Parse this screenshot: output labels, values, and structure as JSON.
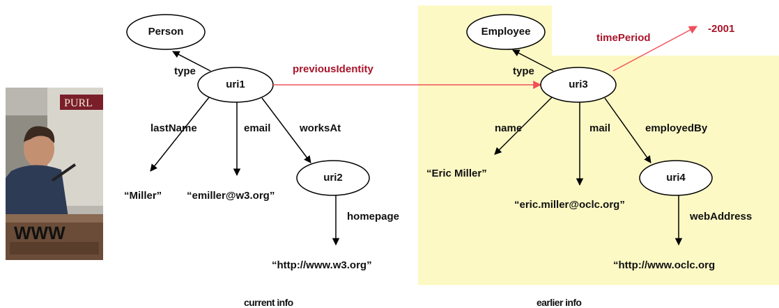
{
  "nodes": {
    "person": "Person",
    "uri1": "uri1",
    "uri2": "uri2",
    "employee": "Employee",
    "uri3": "uri3",
    "uri4": "uri4"
  },
  "edges": {
    "type_left": "type",
    "last_name": "lastName",
    "email": "email",
    "works_at": "worksAt",
    "homepage": "homepage",
    "previous_identity": "previousIdentity",
    "type_right": "type",
    "time_period": "timePeriod",
    "name": "name",
    "mail": "mail",
    "employed_by": "employedBy",
    "web_address": "webAddress"
  },
  "literals": {
    "miller": "“Miller”",
    "w3_email": "“emiller@w3.org”",
    "w3_url": "“http://www.w3.org”",
    "eric_miller": "“Eric Miller”",
    "oclc_email": "“eric.miller@oclc.org”",
    "oclc_url": "“http://www.oclc.org",
    "year": "-2001"
  },
  "captions": {
    "current": "current info",
    "earlier": "earlier info"
  },
  "photo": {
    "sign_text": "WWW",
    "banner_text": "PURL"
  },
  "colors": {
    "highlight": "#fdf9c4",
    "relation_red": "#a8142a",
    "arrow_red": "#f0505a"
  }
}
